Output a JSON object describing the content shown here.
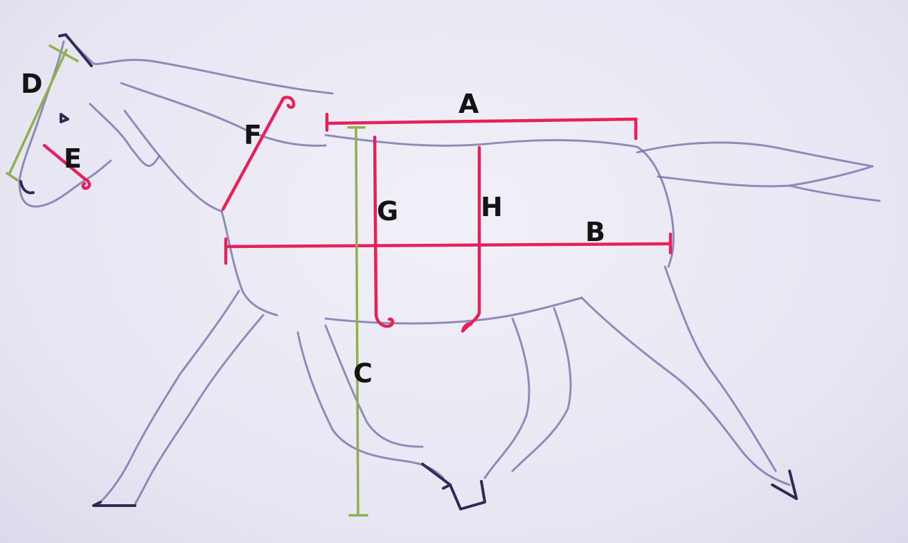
{
  "colors": {
    "measure_red": "#e8205a",
    "measure_green": "#8db04a",
    "sketch": "#6f6aa6",
    "label": "#141414"
  },
  "labels": {
    "a": "A",
    "b": "B",
    "c": "C",
    "d": "D",
    "e": "E",
    "f": "F",
    "g": "G",
    "h": "H"
  }
}
